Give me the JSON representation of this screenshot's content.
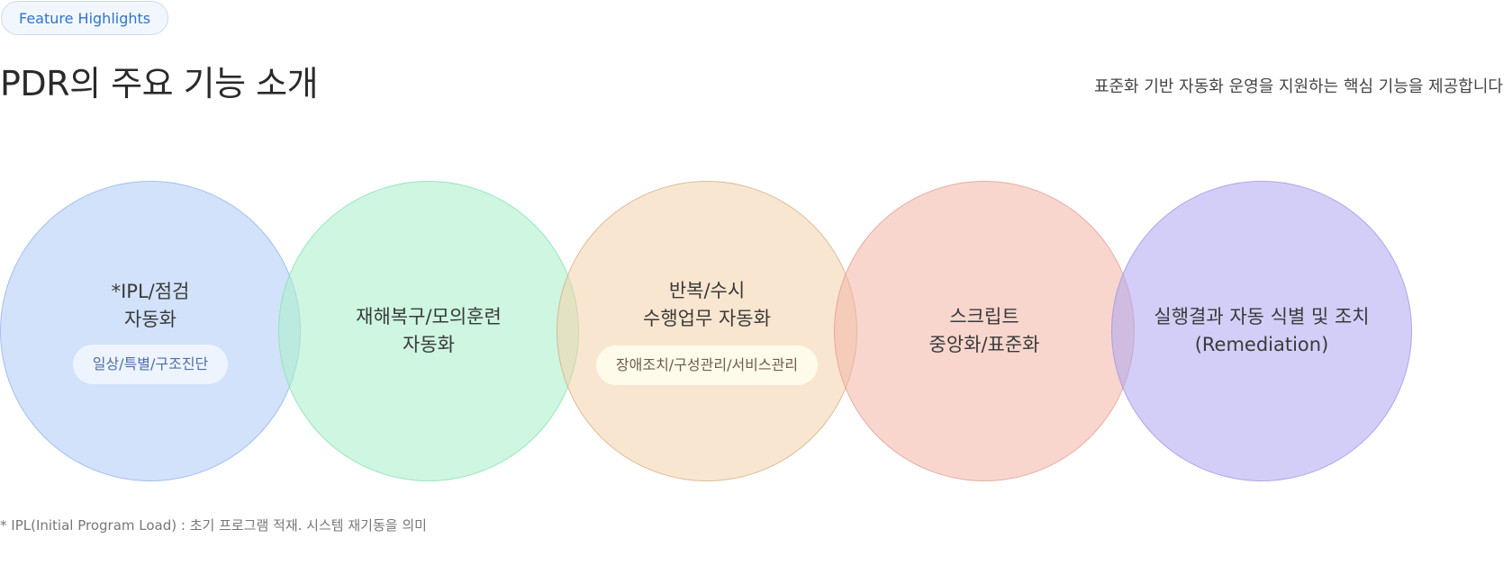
{
  "badge": "Feature Highlights",
  "title": "PDR의 주요 기능 소개",
  "subtitle": "표준화 기반 자동화 운영을 지원하는 핵심 기능을 제공합니다",
  "features": [
    {
      "label": "*IPL/점검\n자동화",
      "sub": "일상/특별/구조진단"
    },
    {
      "label": "재해복구/모의훈련\n자동화"
    },
    {
      "label": "반복/수시\n수행업무 자동화",
      "sub": "장애조치/구성관리/서비스관리"
    },
    {
      "label": "스크립트\n중앙화/표준화"
    },
    {
      "label": "실행결과 자동 식별 및 조치\n(Remediation)"
    }
  ],
  "footnote": "* IPL(Initial Program Load) : 초기 프로그램 적재. 시스템 재기동을 의미"
}
